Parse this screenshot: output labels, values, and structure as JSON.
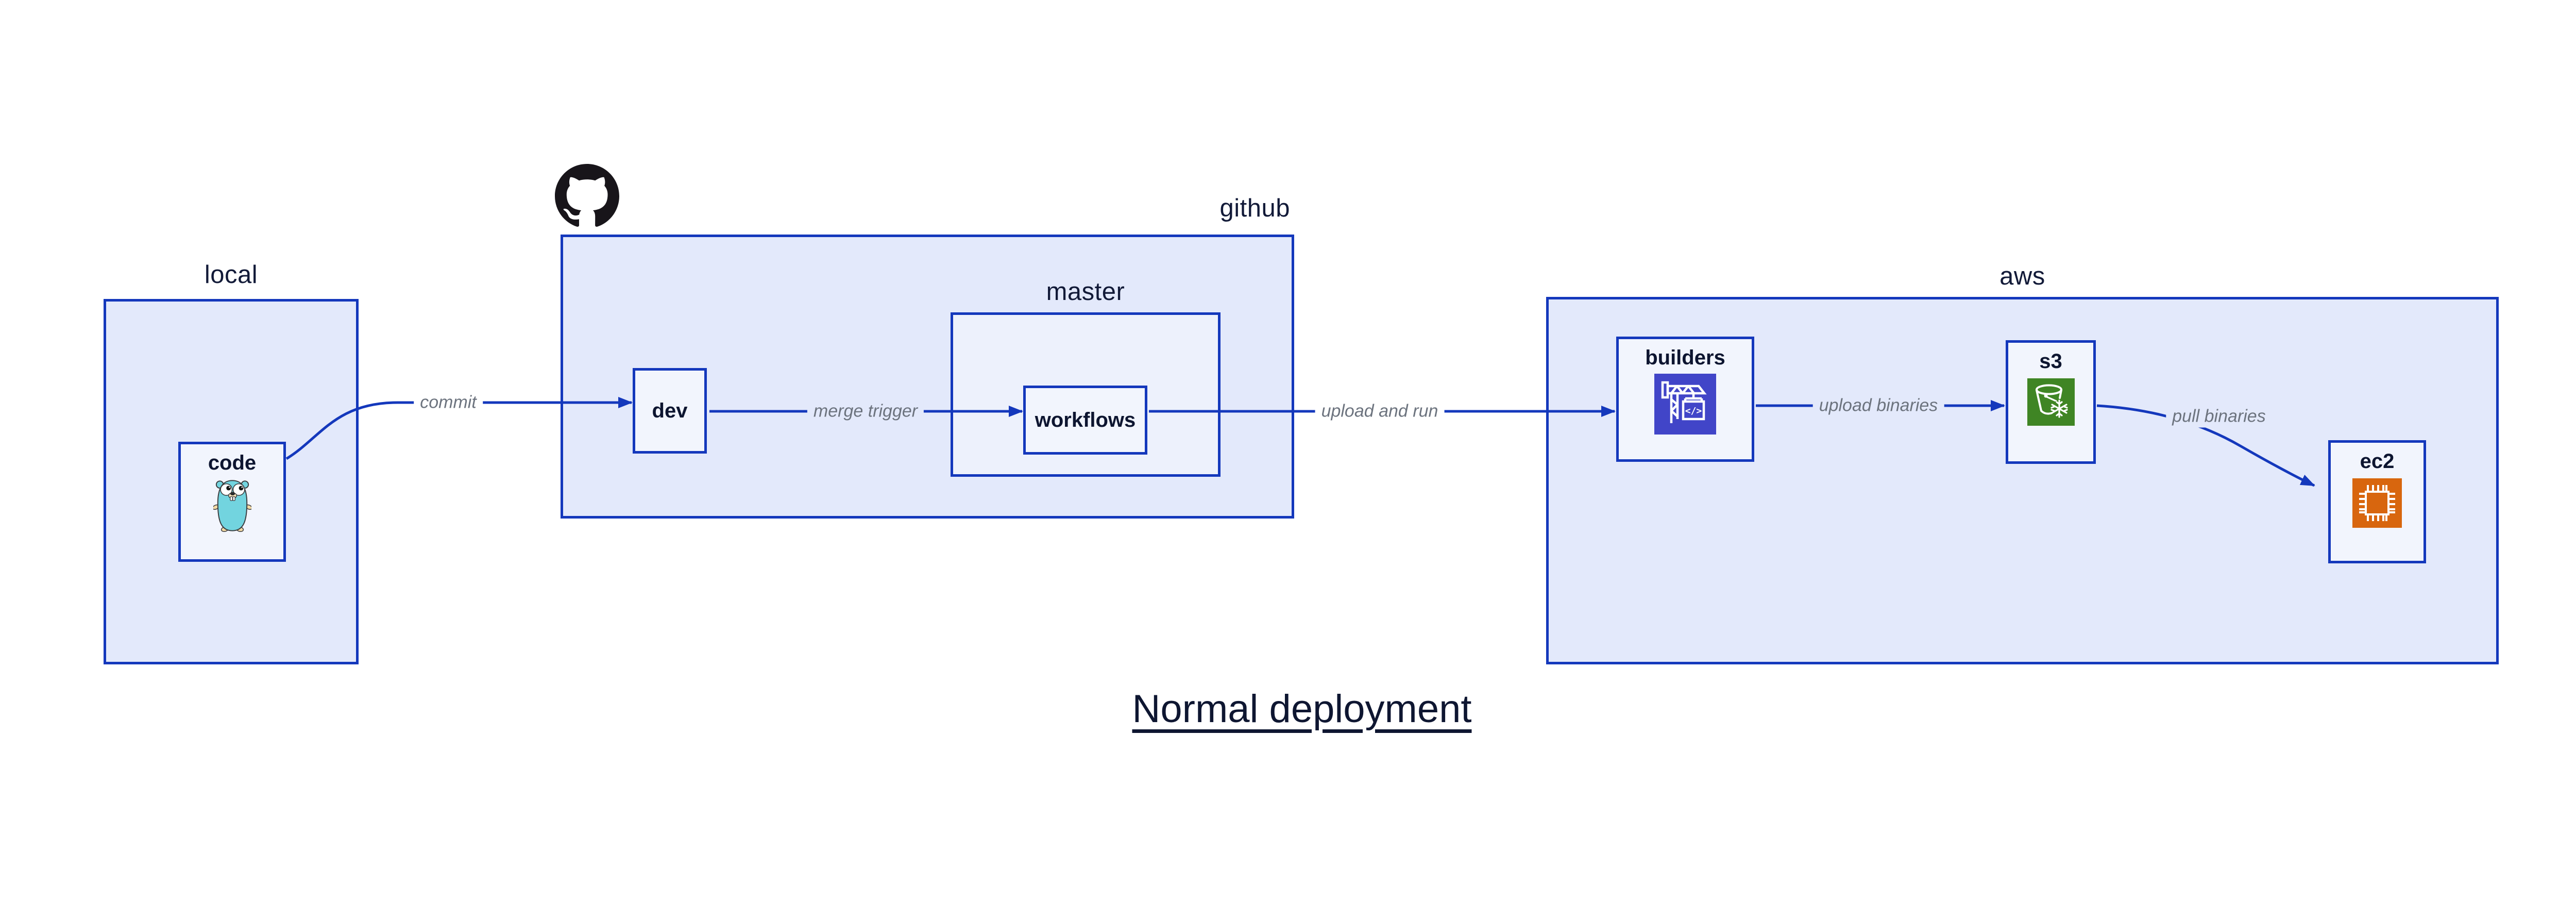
{
  "title": {
    "text": "Normal deployment"
  },
  "containers": [
    {
      "id": "local",
      "label": "local"
    },
    {
      "id": "github",
      "label": "github",
      "icon": "github-octocat-icon"
    },
    {
      "id": "master",
      "label": "master"
    },
    {
      "id": "aws",
      "label": "aws"
    }
  ],
  "nodes": [
    {
      "id": "code",
      "label": "code",
      "icon": "go-gopher-icon"
    },
    {
      "id": "dev",
      "label": "dev"
    },
    {
      "id": "workflows",
      "label": "workflows"
    },
    {
      "id": "builders",
      "label": "builders",
      "icon": "aws-codebuild-icon"
    },
    {
      "id": "s3",
      "label": "s3",
      "icon": "aws-s3-glacier-icon"
    },
    {
      "id": "ec2",
      "label": "ec2",
      "icon": "aws-ec2-icon"
    }
  ],
  "edges": [
    {
      "from": "code",
      "to": "dev",
      "label": "commit"
    },
    {
      "from": "dev",
      "to": "workflows",
      "label": "merge trigger"
    },
    {
      "from": "master",
      "to": "builders",
      "label": "upload and run"
    },
    {
      "from": "builders",
      "to": "s3",
      "label": "upload binaries"
    },
    {
      "from": "s3",
      "to": "ec2",
      "label": "pull binaries"
    }
  ],
  "icon_text": {
    "codebuild_code_glyph": "</>"
  },
  "colors": {
    "accent_blue": "#1438bc",
    "container_fill": "#e3e9fb",
    "master_fill": "#edf1fc",
    "node_fill": "#f2f5fd",
    "edge_label_gray": "#6c737e",
    "text_navy": "#0e1631",
    "codebuild_indigo": "#4145c8",
    "glacier_green": "#3f8524",
    "ec2_orange": "#d8660e",
    "gopher_teal": "#72d4df",
    "octocat_black": "#18151a"
  }
}
